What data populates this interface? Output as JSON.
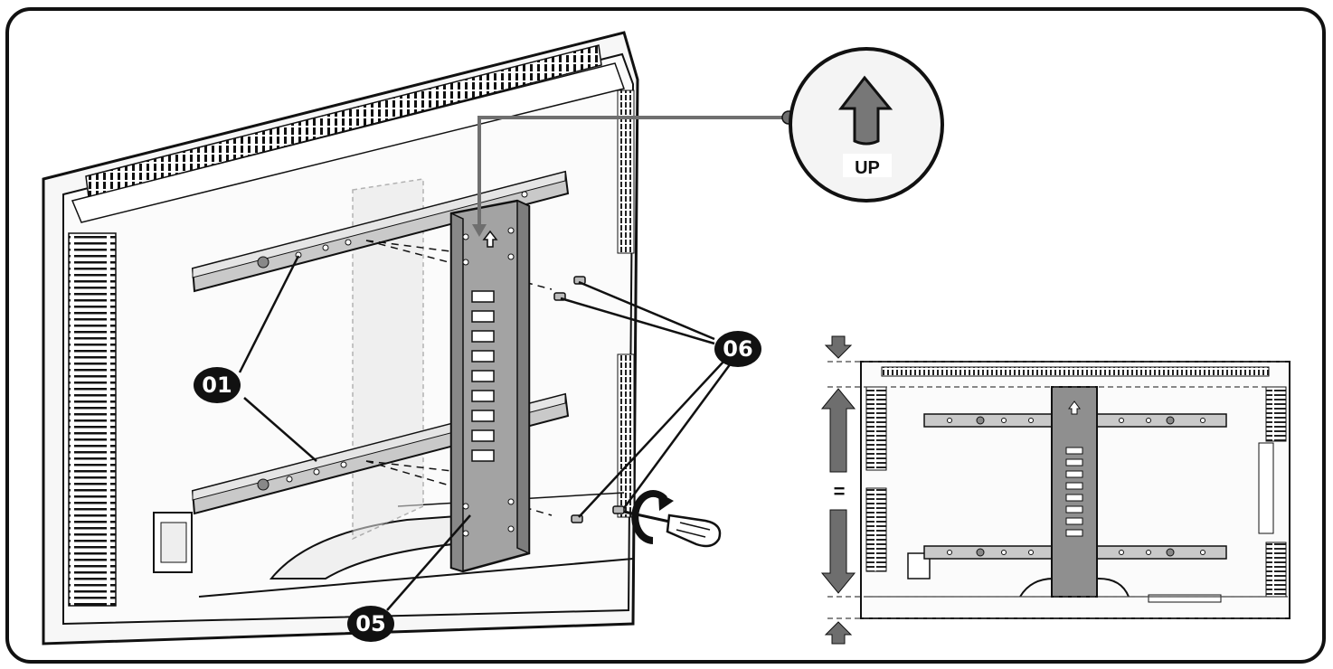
{
  "callouts": {
    "rails": "01",
    "bracket": "05",
    "screws": "06",
    "up_label": "UP",
    "equal_sign": "="
  },
  "icons": [
    "up-arrow-icon",
    "rotate-clockwise-icon",
    "screwdriver-icon",
    "down-arrow-icon"
  ],
  "colors": {
    "outline": "#111111",
    "tv_body": "#f4f4f4",
    "bracket_fill": "#9a9a9a",
    "arrow_fill": "#6e6e6e"
  }
}
